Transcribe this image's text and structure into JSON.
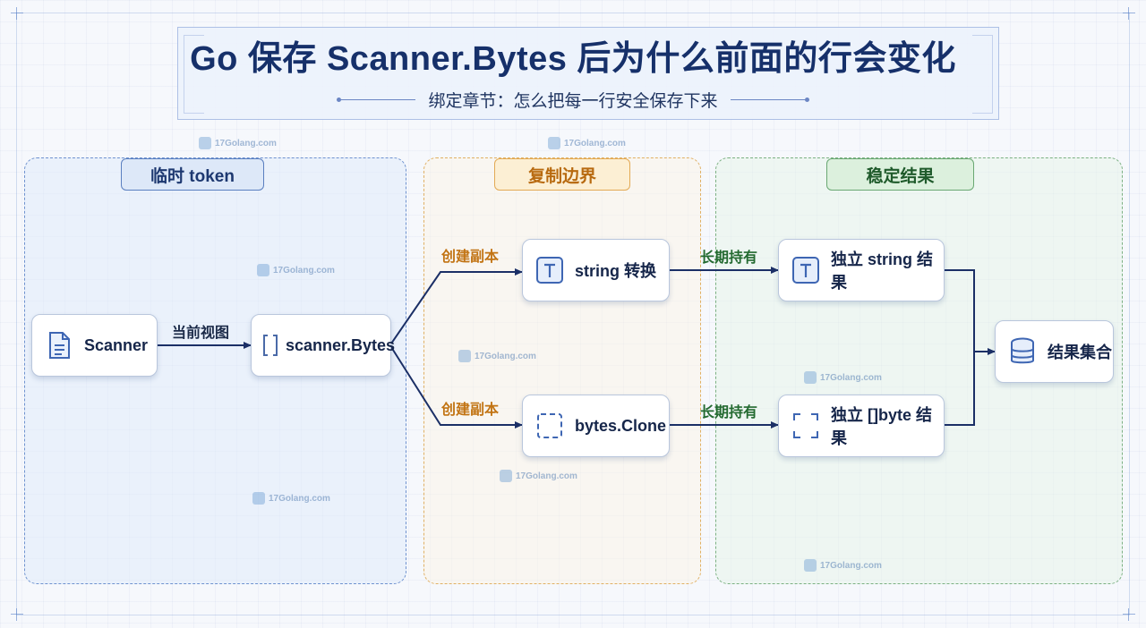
{
  "header": {
    "title": "Go 保存 Scanner.Bytes 后为什么前面的行会变化",
    "subtitle": "绑定章节：怎么把每一行安全保存下来"
  },
  "regions": {
    "temp": "临时 token",
    "copy": "复制边界",
    "stable": "稳定结果"
  },
  "nodes": {
    "scanner": {
      "label": "Scanner",
      "icon": "document-icon"
    },
    "bytes": {
      "label": "scanner.Bytes",
      "icon": "brackets-icon"
    },
    "string_convert": {
      "label": "string 转换",
      "icon": "text-t-icon"
    },
    "bytes_clone": {
      "label": "bytes.Clone",
      "icon": "dashed-square-icon"
    },
    "indep_string": {
      "label": "独立 string 结果",
      "icon": "text-t-icon"
    },
    "indep_bytes": {
      "label": "独立 []byte 结果",
      "icon": "bracket-corners-icon"
    },
    "result_set": {
      "label": "结果集合",
      "icon": "database-icon"
    }
  },
  "edges": {
    "current_view": "当前视图",
    "copy_top": "创建副本",
    "copy_bottom": "创建副本",
    "hold_top": "长期持有",
    "hold_bottom": "长期持有"
  },
  "watermark": "17Golang.com",
  "colors": {
    "navy": "#16306a",
    "blue_region": "#6f92cf",
    "orange_region": "#e0b064",
    "green_region": "#7bb082",
    "edge": "#1b2f66"
  }
}
